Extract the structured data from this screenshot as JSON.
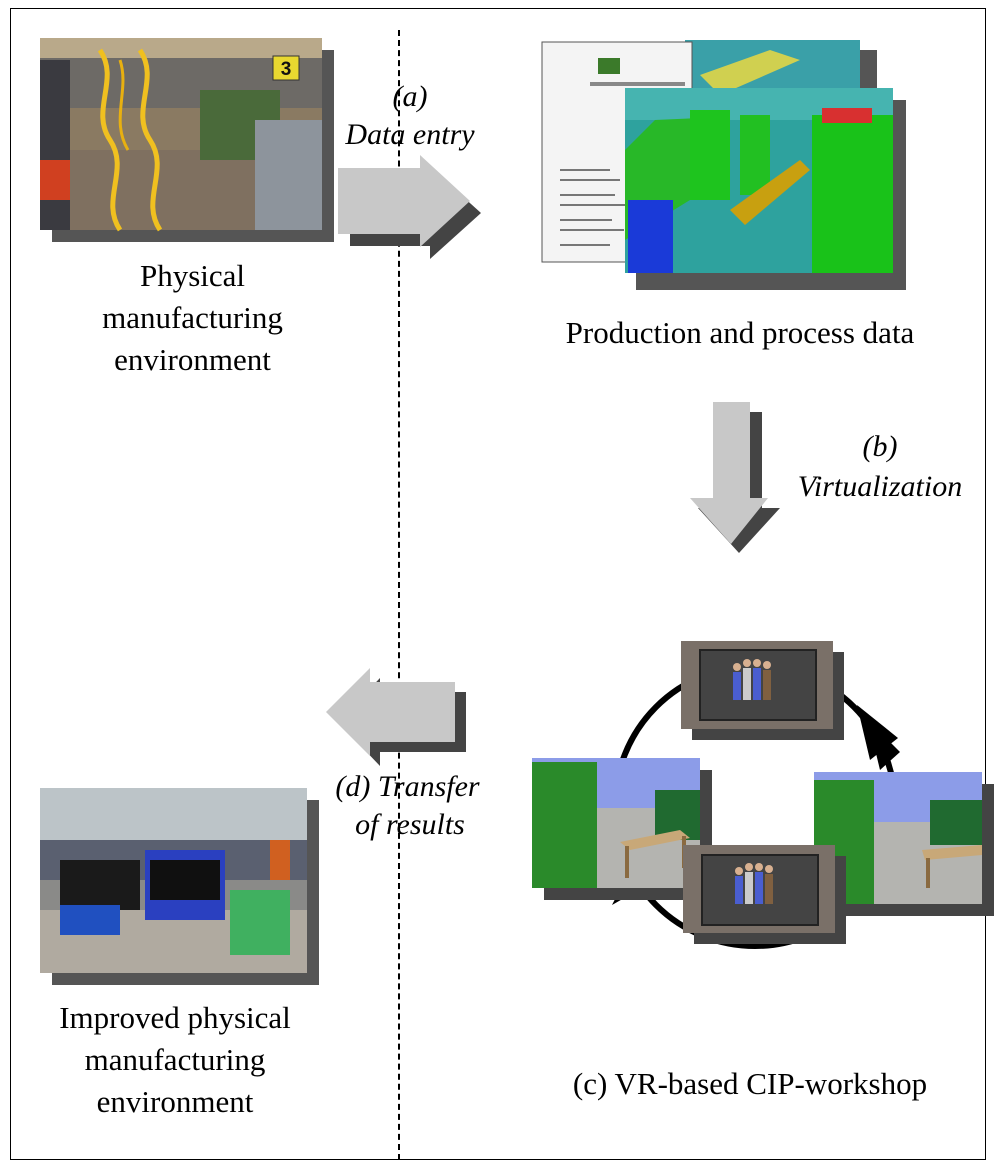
{
  "nodes": {
    "physical_env": "Physical manufacturing environment",
    "production_data": "Production and process data",
    "cip_workshop": "(c) VR-based CIP-workshop",
    "improved_env": "Improved physical manufacturing environment"
  },
  "steps": {
    "a_label": "(a)",
    "a_text": "Data entry",
    "b_label": "(b)",
    "b_text": "Virtualization",
    "d_line1": "(d) Transfer",
    "d_line2": "of results"
  },
  "image_content": {
    "workstation_number": "3"
  }
}
